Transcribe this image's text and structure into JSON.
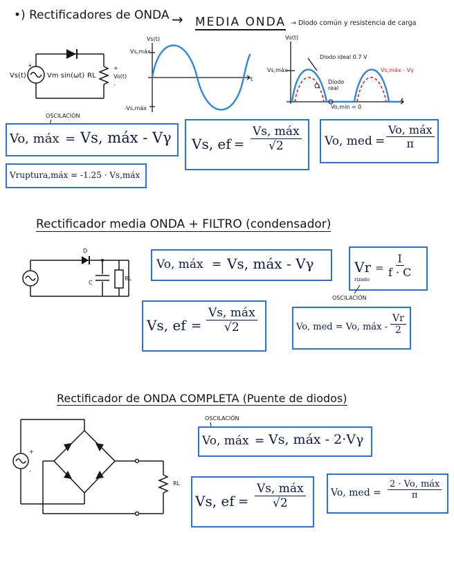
{
  "section1": {
    "title": "•) Rectificadores de ONDA",
    "arrow": "→",
    "heading": "MEDIA ONDA",
    "note": "→ Diodo común y resistencia de carga",
    "circuit": {
      "source_label": "Vs(t)",
      "source_expr": "Vm sin(ωt)",
      "resistor_label": "RL",
      "plus": "+",
      "minus": "-",
      "output_label": "Vo(t)"
    },
    "graph1": {
      "ylabel": "Vs(t)",
      "top": "Vs,máx",
      "bottom": "-Vs,máx",
      "xlabel": "t"
    },
    "graph2": {
      "ylabel": "Vo(t)",
      "top": "Vs,máx",
      "ideal": "Diodo ideal 0.7 V",
      "real": "Diodo real",
      "red_label": "Vs,máx - Vγ",
      "bottom": "Vo,min = 0",
      "xlabel": "t"
    },
    "oscillation": "OSCILACIÓN",
    "formulas": {
      "vo_max": {
        "lhs": "Vo, máx",
        "eq": "=",
        "rhs": "Vs, máx - Vγ"
      },
      "vs_ef": {
        "lhs": "Vs, ef",
        "eq": "=",
        "num": "Vs, máx",
        "den": "√2"
      },
      "vo_med": {
        "lhs": "Vo, med",
        "eq": "=",
        "num": "Vo, máx",
        "den": "π"
      },
      "ruptura": "Vruptura,máx = -1.25 · Vs,máx"
    }
  },
  "section2": {
    "title": "Rectificador media ONDA + FILTRO (condensador)",
    "circuit": {
      "diode": "D",
      "cap": "C",
      "res": "RL"
    },
    "oscillation": "OSCILACIÓN",
    "formulas": {
      "vo_max": {
        "lhs": "Vo, máx",
        "eq": "=",
        "rhs": "Vs, máx - Vγ"
      },
      "vr": {
        "lhs": "Vr",
        "sub": "rizado",
        "eq": "=",
        "num": "I",
        "den": "f · C"
      },
      "vs_ef": {
        "lhs": "Vs, ef",
        "eq": "=",
        "num": "Vs, máx",
        "den": "√2"
      },
      "vo_med": {
        "lhs": "Vo, med = Vo, máx -",
        "num": "Vr",
        "den": "2"
      }
    }
  },
  "section3": {
    "title": "Rectificador de ONDA COMPLETA (Puente de diodos)",
    "circuit": {
      "res": "RL",
      "plus": "+",
      "minus": "-"
    },
    "oscillation": "OSCILACIÓN",
    "formulas": {
      "vo_max": {
        "lhs": "Vo, máx",
        "eq": "=",
        "rhs": "Vs, máx - 2·Vγ"
      },
      "vs_ef": {
        "lhs": "Vs, ef",
        "eq": "=",
        "num": "Vs, máx",
        "den": "√2"
      },
      "vo_med": {
        "lhs": "Vo, med =",
        "num": "2 · Vo, máx",
        "den": "π"
      }
    }
  },
  "colors": {
    "box": "#2a73d4",
    "ink": "#15151c",
    "wave": "#2f86e0",
    "red": "#d42020"
  }
}
